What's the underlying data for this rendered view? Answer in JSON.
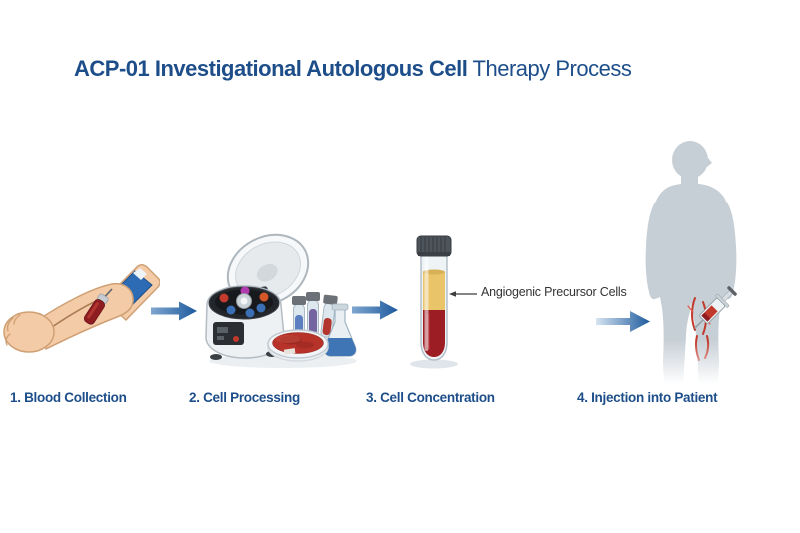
{
  "title": {
    "emphasis": "ACP-01 Investigational Autologous Cell",
    "rest": " Therapy Process"
  },
  "steps": [
    {
      "label": "1. Blood Collection",
      "illustration": "arm-blood-draw"
    },
    {
      "label": "2. Cell Processing",
      "illustration": "benchtop-centrifuge-with-lab-glassware"
    },
    {
      "label": "3. Cell Concentration",
      "illustration": "separated-blood-sample-tube"
    },
    {
      "label": "4. Injection into Patient",
      "illustration": "patient-silhouette-with-syringe"
    }
  ],
  "annotation": {
    "text": "Angiogenic Precursor Cells",
    "points_to": "plasma-layer-of-concentration-tube"
  },
  "flow_arrows": {
    "count": 3,
    "direction": "right"
  },
  "colors": {
    "background": "#ffffff",
    "title_blue": "#1d4e8a",
    "label_blue": "#1d4e8a",
    "arrow_blue": "#1d5a9e",
    "annotation_text": "#333333",
    "silhouette_gray": "#c7cfd6",
    "tourniquet_blue": "#2d6cb5",
    "blood_red": "#9c1d24",
    "plasma_gold": "#e9c468"
  }
}
